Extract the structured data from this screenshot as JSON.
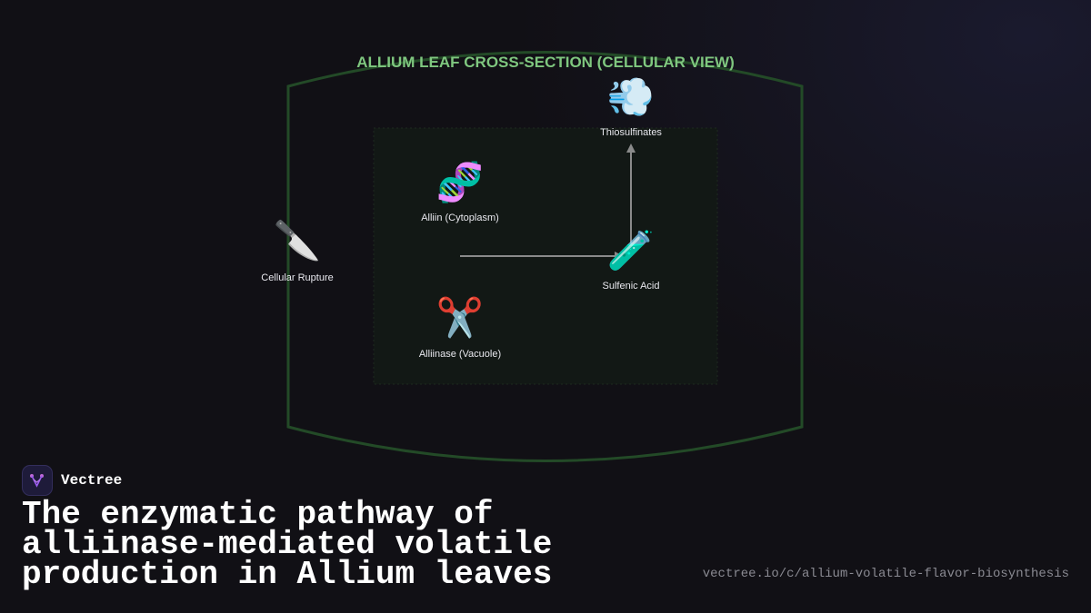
{
  "diagram": {
    "title": "ALLIUM LEAF CROSS-SECTION (CELLULAR VIEW)",
    "nodes": [
      {
        "id": "rupture",
        "icon": "🔪",
        "icon_name": "knife-icon",
        "label": "Cellular Rupture"
      },
      {
        "id": "alliin",
        "icon": "🧬",
        "icon_name": "dna-icon",
        "label": "Alliin (Cytoplasm)"
      },
      {
        "id": "alliinase",
        "icon": "✂️",
        "icon_name": "scissors-icon",
        "label": "Alliinase (Vacuole)"
      },
      {
        "id": "sulfenic",
        "icon": "🧪",
        "icon_name": "test-tube-icon",
        "label": "Sulfenic Acid"
      },
      {
        "id": "thiosulfinates",
        "icon": "💨",
        "icon_name": "dash-icon",
        "label": "Thiosulfinates"
      }
    ],
    "edges": [
      {
        "from": "alliin",
        "to": "sulfenic"
      },
      {
        "from": "sulfenic",
        "to": "thiosulfinates"
      }
    ],
    "colors": {
      "cell_wall": "#234a27",
      "title": "#7fc77f",
      "arrow": "#8a8a8a",
      "inner_region": "#121815"
    }
  },
  "brand": {
    "name": "Vectree",
    "logo_icon": "vectree-logo-icon"
  },
  "headline": "The enzymatic pathway of alliinase-mediated volatile production in Allium leaves",
  "url": "vectree.io/c/allium-volatile-flavor-biosynthesis"
}
